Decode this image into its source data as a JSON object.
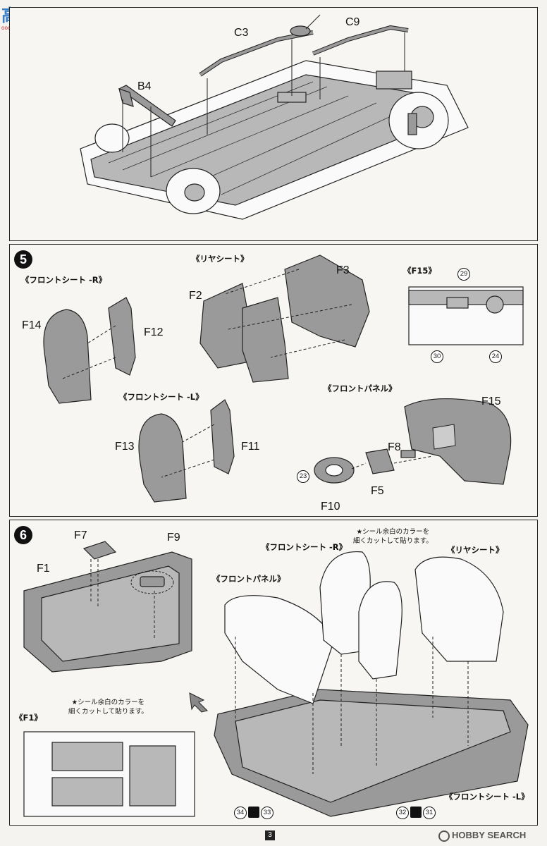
{
  "watermark_top": {
    "text": "高网",
    "sub": "ooo-shuishi.com"
  },
  "watermark_bottom": {
    "text": "HOBBY SEARCH"
  },
  "page_number": "3",
  "colors": {
    "part_gray": "#9a9a9a",
    "line": "#222222",
    "paper": "#f7f6f2"
  },
  "step4": {
    "parts": {
      "c3": "C3",
      "c9": "C9",
      "b4": "B4"
    }
  },
  "step5": {
    "number": "5",
    "front_seat_r": "《フロントシート -R》",
    "rear_seat": "《リヤシート》",
    "f15_label": "《F15》",
    "front_seat_l": "《フロントシート -L》",
    "front_panel": "《フロントパネル》",
    "parts": {
      "f14": "F14",
      "f12": "F12",
      "f2": "F2",
      "f3": "F3",
      "f13": "F13",
      "f11": "F11",
      "f15": "F15",
      "f8": "F8",
      "f5": "F5",
      "f10": "F10"
    },
    "decals": {
      "d29": "29",
      "d30": "30",
      "d24": "24",
      "d23": "23"
    }
  },
  "step6": {
    "number": "6",
    "note_top": {
      "line1": "★シール余白のカラーを",
      "line2": "細くカットして貼ります。"
    },
    "note_f1": {
      "line1": "★シール余白のカラーを",
      "line2": "細くカットして貼ります。"
    },
    "front_seat_r": "《フロントシート -R》",
    "rear_seat": "《リヤシート》",
    "front_panel": "《フロントパネル》",
    "front_seat_l": "《フロントシート -L》",
    "f1_label": "《F1》",
    "parts": {
      "f7": "F7",
      "f9": "F9",
      "f1": "F1"
    },
    "decals": {
      "d34": "34",
      "d33": "33",
      "d32": "32",
      "d31": "31"
    }
  }
}
